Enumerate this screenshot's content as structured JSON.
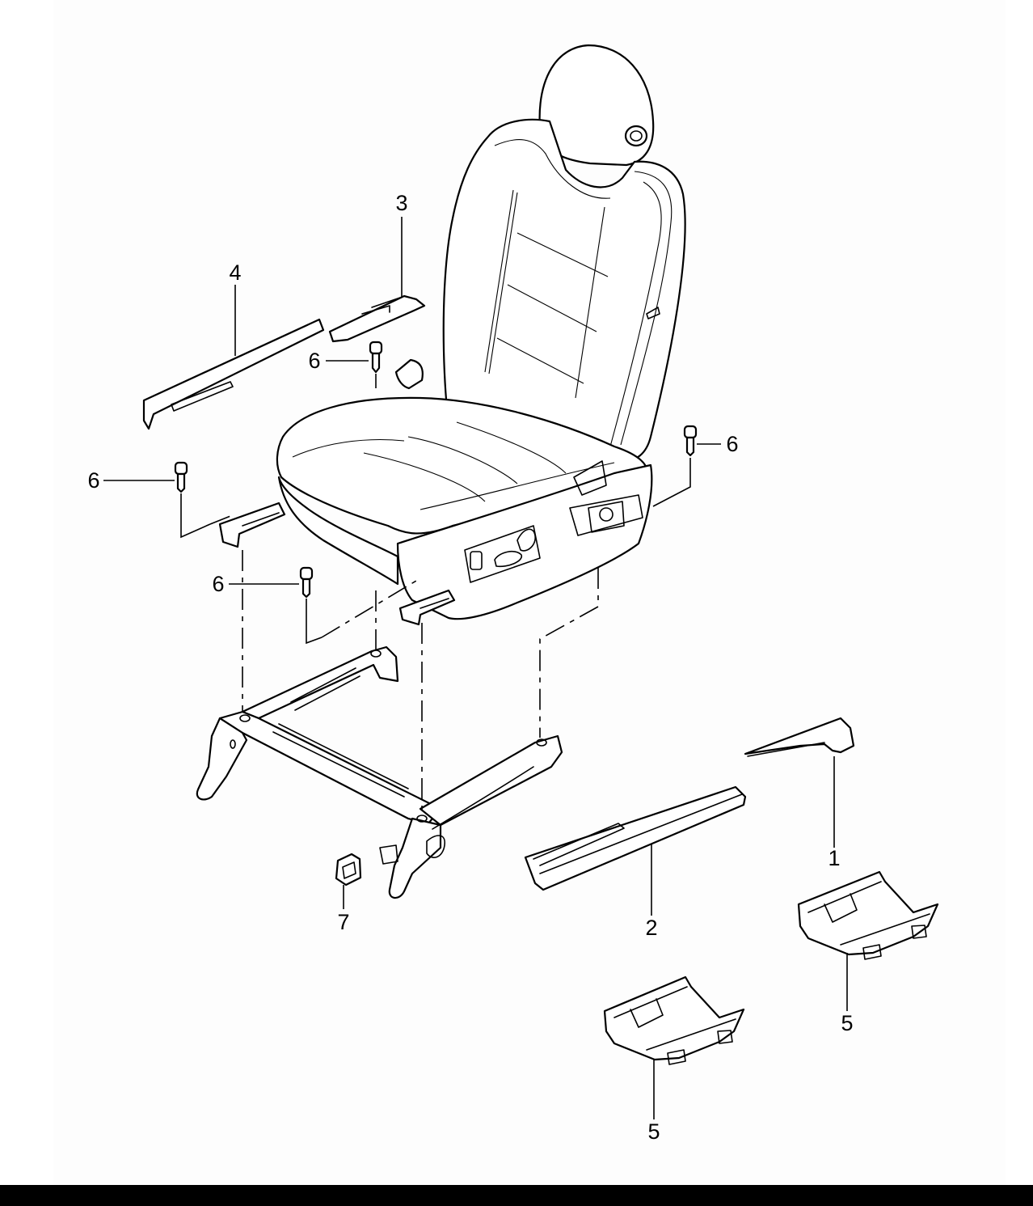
{
  "callouts": [
    {
      "id": "c1",
      "label": "1"
    },
    {
      "id": "c2",
      "label": "2"
    },
    {
      "id": "c3",
      "label": "3"
    },
    {
      "id": "c4",
      "label": "4"
    },
    {
      "id": "c5a",
      "label": "5"
    },
    {
      "id": "c5b",
      "label": "5"
    },
    {
      "id": "c6a",
      "label": "6"
    },
    {
      "id": "c6b",
      "label": "6"
    },
    {
      "id": "c6c",
      "label": "6"
    },
    {
      "id": "c6d",
      "label": "6"
    },
    {
      "id": "c7",
      "label": "7"
    }
  ]
}
